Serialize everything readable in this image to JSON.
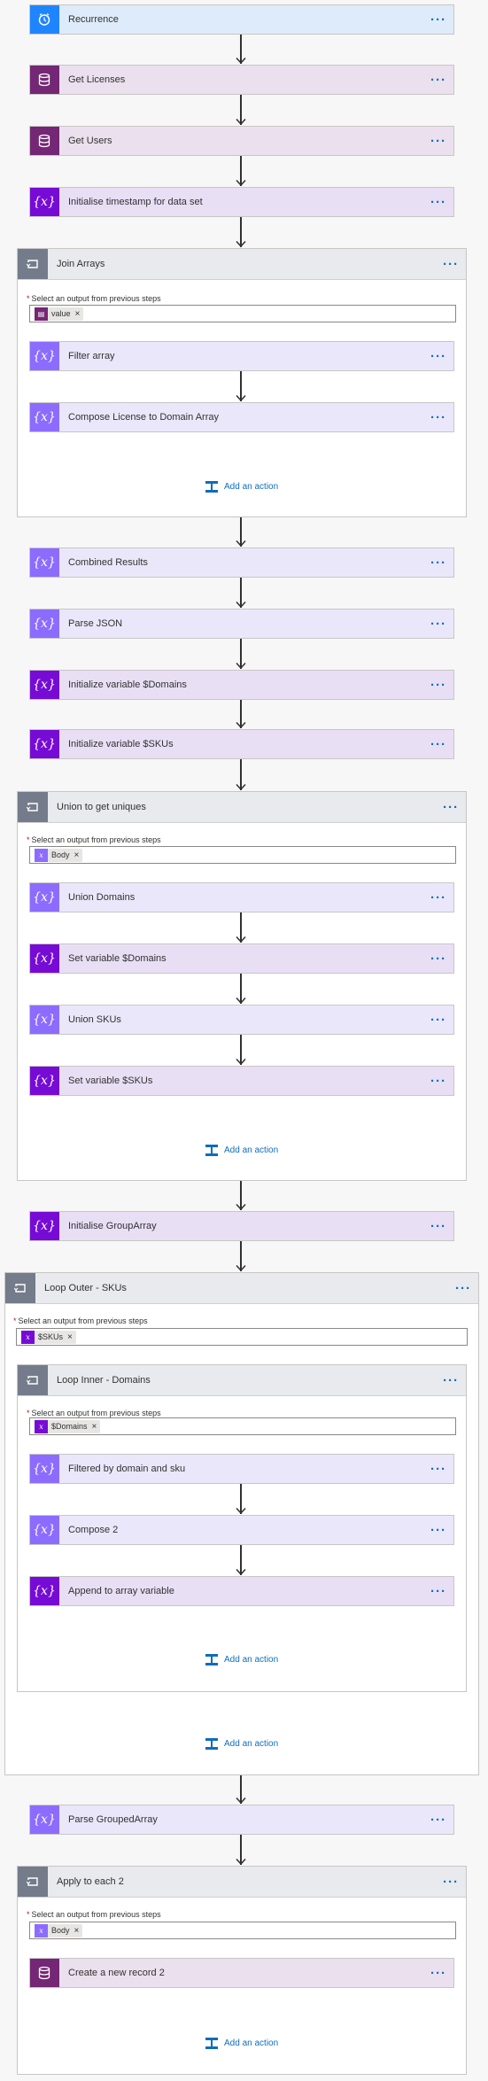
{
  "colors": {
    "recurrence": "#1f85ff",
    "dataverse": "#742774",
    "variable": "#770bd6",
    "compose": "#8c6cff",
    "control": "#747c8b",
    "link": "#0f6cbd"
  },
  "icons": {
    "recurrence": "alarm-clock-icon",
    "dataverse": "database-icon",
    "variable": "variable-x-icon",
    "compose": "compose-x-icon",
    "loop": "loop-icon",
    "add_action": "add-action-icon"
  },
  "more_label": "···",
  "select_output_label": "Select an output from previous steps",
  "add_action_label": "Add an action",
  "steps": {
    "recurrence": "Recurrence",
    "get_licenses": "Get Licenses",
    "get_users": "Get Users",
    "init_timestamp": "Initialise timestamp for data set",
    "join_arrays": {
      "title": "Join Arrays",
      "token": "value",
      "filter_array": "Filter array",
      "compose_license": "Compose License to Domain Array"
    },
    "combined_results": "Combined Results",
    "parse_json": "Parse JSON",
    "init_domains": "Initialize variable $Domains",
    "init_skus": "Initialize variable $SKUs",
    "union_uniques": {
      "title": "Union to get uniques",
      "token": "Body",
      "union_domains": "Union Domains",
      "set_domains": "Set variable $Domains",
      "union_skus": "Union SKUs",
      "set_skus": "Set variable $SKUs"
    },
    "init_group_array": "Initialise GroupArray",
    "loop_outer": {
      "title": "Loop Outer - SKUs",
      "token": "$SKUs",
      "loop_inner": {
        "title": "Loop Inner - Domains",
        "token": "$Domains",
        "filtered": "Filtered by domain and sku",
        "compose2": "Compose 2",
        "append": "Append to array variable"
      }
    },
    "parse_grouped": "Parse GroupedArray",
    "apply_each2": {
      "title": "Apply to each 2",
      "token": "Body",
      "create_record": "Create a new record 2"
    }
  }
}
